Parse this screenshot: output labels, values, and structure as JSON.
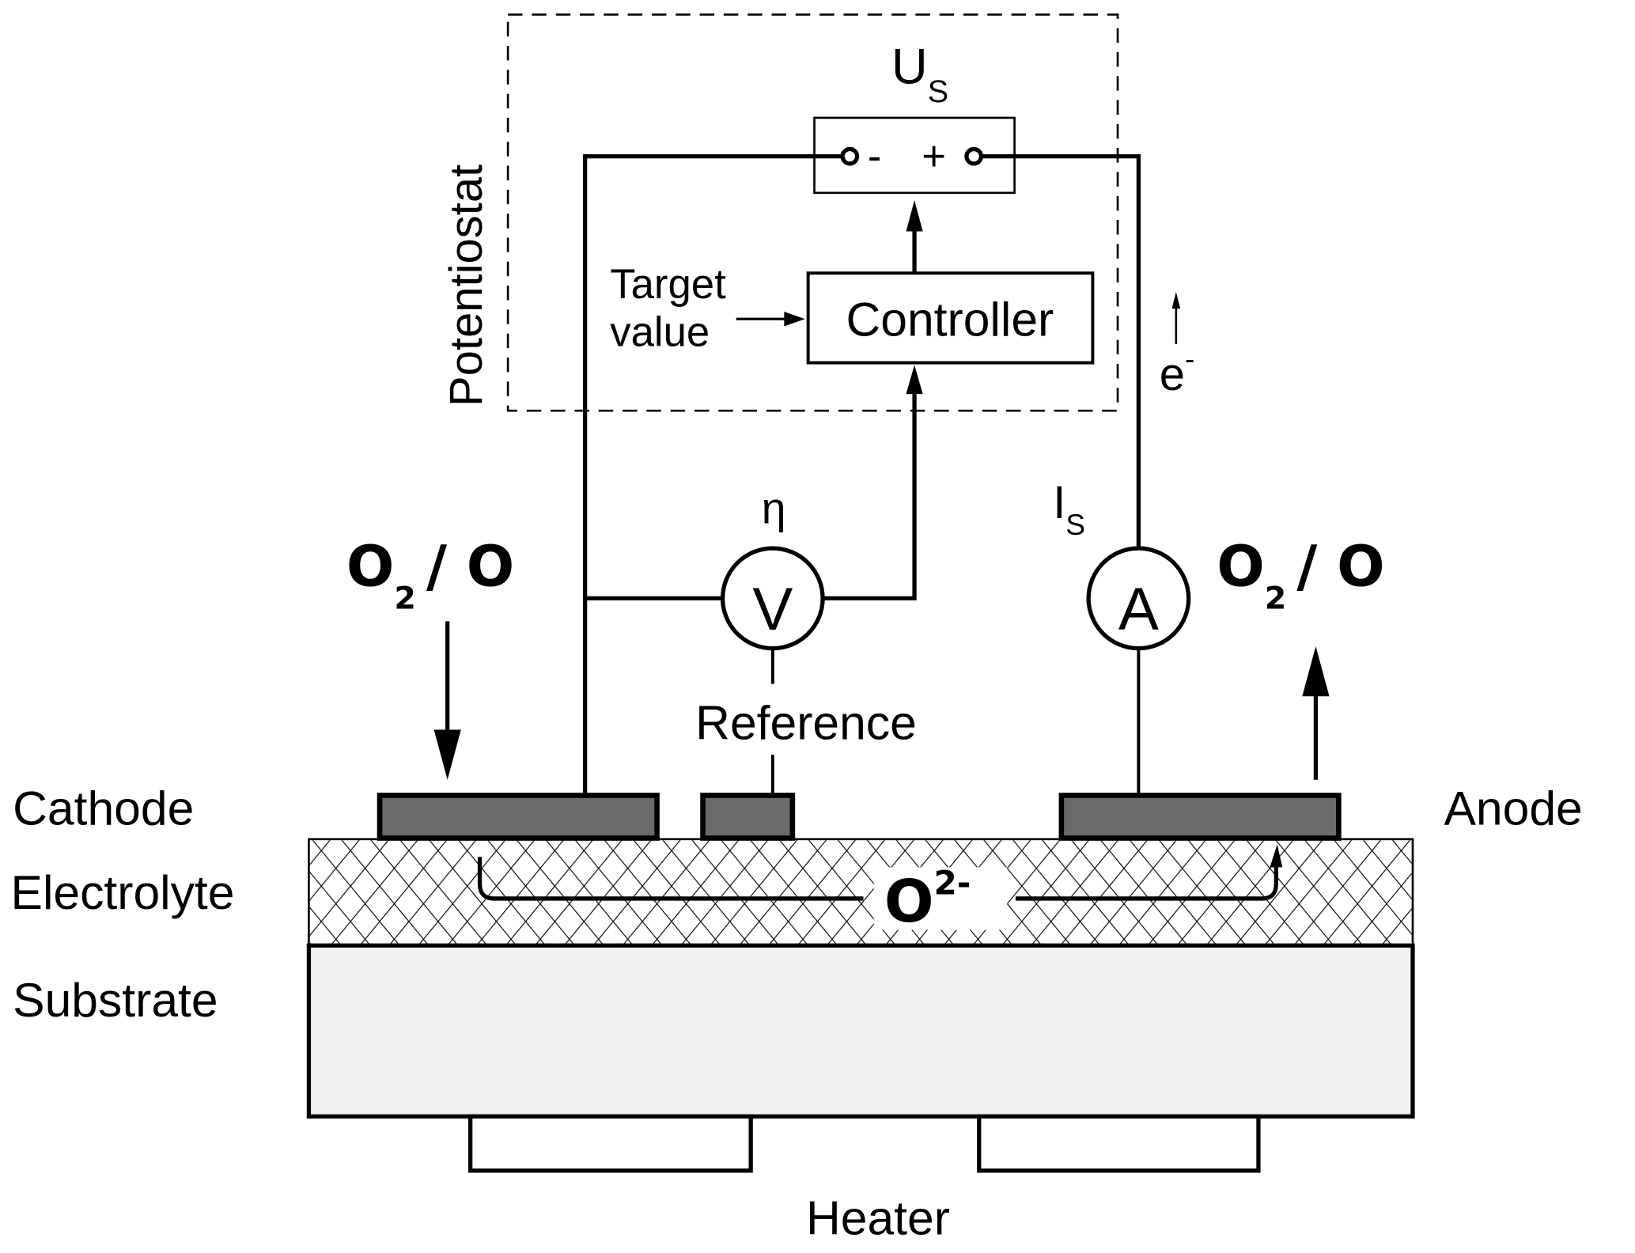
{
  "labels": {
    "potentiostat": "Potentiostat",
    "us_main": "U",
    "us_sub": "S",
    "minus": "-",
    "plus": "+",
    "target_line1": "Target",
    "target_line2": "value",
    "controller": "Controller",
    "electron": "e",
    "electron_sup": "-",
    "eta": "η",
    "voltmeter": "V",
    "ammeter": "A",
    "is_main": "I",
    "is_sub": "S",
    "reference": "Reference",
    "gas_left_o": "O",
    "gas_left_sub": "2",
    "gas_left_rest": "/ O",
    "gas_right_o": "O",
    "gas_right_sub": "2",
    "gas_right_rest": "/ O",
    "cathode": "Cathode",
    "anode": "Anode",
    "electrolyte": "Electrolyte",
    "substrate": "Substrate",
    "heater": "Heater",
    "ion": "O",
    "ion_charge": "2-"
  },
  "colors": {
    "electrode": "#6a6a6a",
    "substrate": "#f0f0f0",
    "line": "#000000"
  }
}
